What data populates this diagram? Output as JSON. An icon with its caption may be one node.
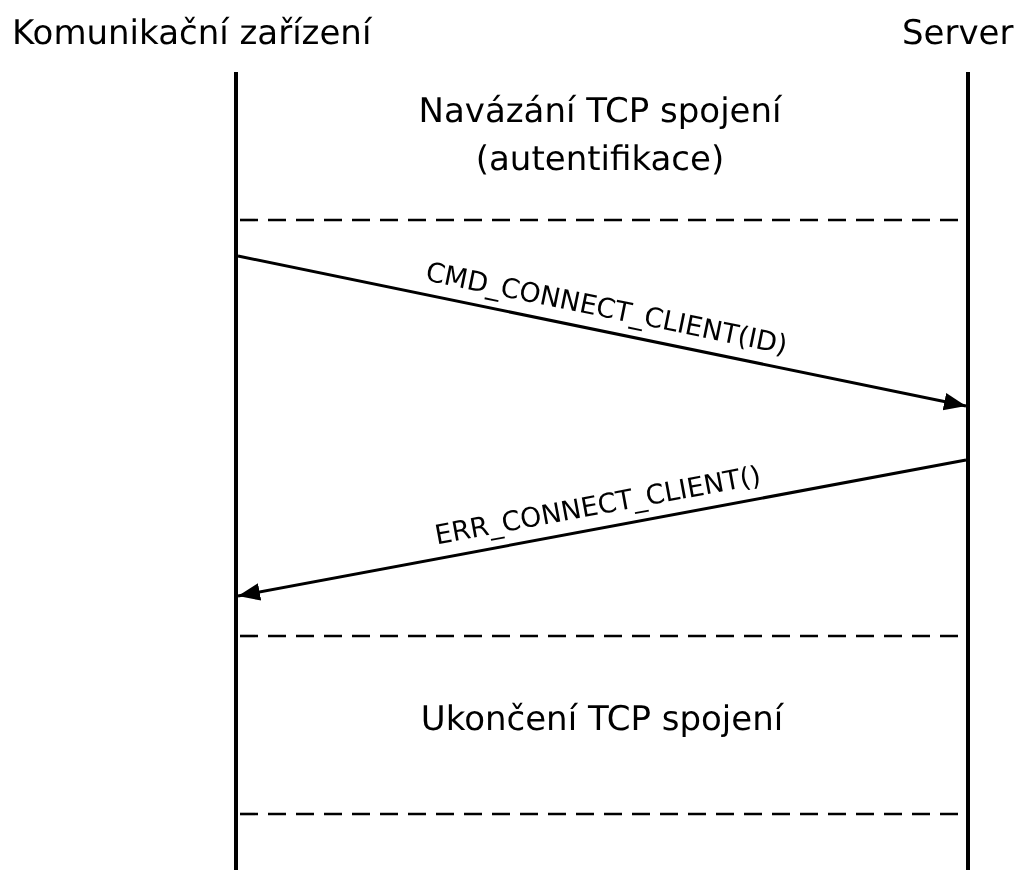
{
  "diagram": {
    "nodes": [
      {
        "text": [
          "Komunikační zařízení"
        ]
      },
      {
        "text": [
          "Server"
        ]
      }
    ],
    "edges": [
      {
        "from": 0,
        "to": 1,
        "arrow": "to",
        "label": "CMD_CONNECT_CLIENT(ID)"
      },
      {
        "from": 1,
        "to": 0,
        "arrow": "to",
        "label": "ERR_CONNECT_CLIENT()"
      }
    ],
    "labels": [
      "Navázání TCP spojení (autentifikace)",
      "Ukončení TCP spojení"
    ]
  }
}
